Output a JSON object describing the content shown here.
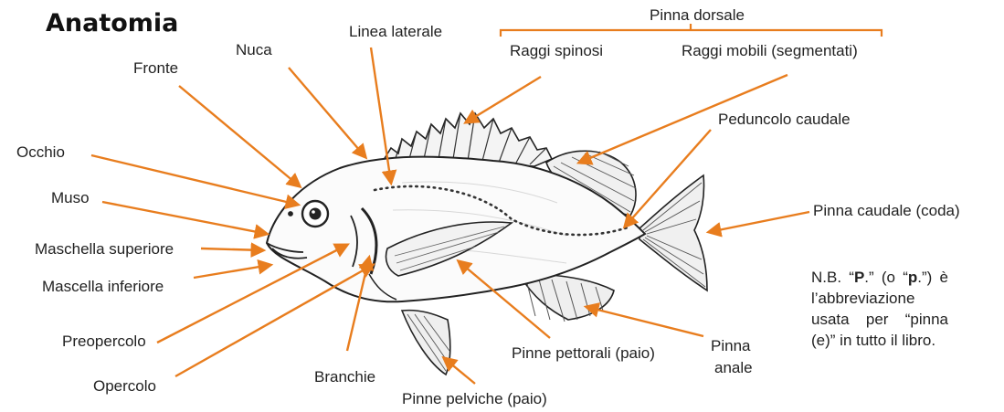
{
  "title": "Anatomia",
  "bracket_group": "Pinna dorsale",
  "labels": {
    "raggi_spinosi": "Raggi spinosi",
    "raggi_mobili": "Raggi mobili (segmentati)",
    "linea_laterale": "Linea laterale",
    "nuca": "Nuca",
    "fronte": "Fronte",
    "occhio": "Occhio",
    "muso": "Muso",
    "mascella_superiore": "Maschella superiore",
    "mascella_inferiore": "Mascella inferiore",
    "preopercolo": "Preopercolo",
    "opercolo": "Opercolo",
    "branchie": "Branchie",
    "pinne_pelviche": "Pinne pelviche (paio)",
    "pinne_pettorali": "Pinne pettorali (paio)",
    "pinna_anale_1": "Pinna",
    "pinna_anale_2": "anale",
    "peduncolo": "Peduncolo caudale",
    "pinna_caudale": "Pinna caudale (coda)"
  },
  "note": {
    "prefix": "N.B. “",
    "abbr_upper": "P",
    "mid": ".” (o “",
    "abbr_lower": "p",
    "suffix": ".”) è l’abbreviazione usata per “pinna (e)” in tutto il libro."
  },
  "colors": {
    "accent": "#e87d1e",
    "outline": "#222222",
    "text": "#222222"
  }
}
